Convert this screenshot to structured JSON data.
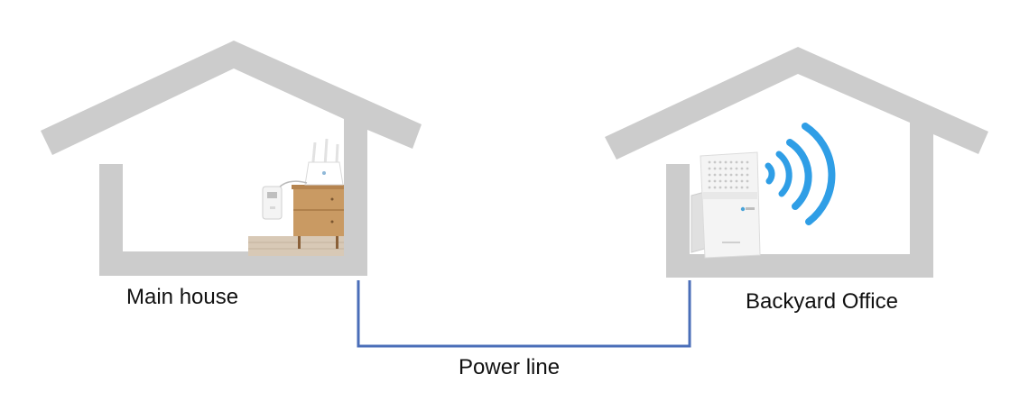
{
  "labels": {
    "main_house": "Main house",
    "backyard_office": "Backyard Office",
    "power_line": "Power line"
  },
  "colors": {
    "house": "#cccccc",
    "power_line": "#4a6eb8",
    "wifi": "#2f9ee6",
    "furniture": "#c99a63",
    "floor": "#d8c9b6",
    "device": "#f4f4f4"
  },
  "icons": {
    "main_house": "house-outline-icon",
    "backyard_office": "house-outline-icon",
    "router": "router-icon",
    "powerline_adapter": "powerline-adapter-icon",
    "wifi_extender": "wifi-extender-icon",
    "wifi_signal": "wifi-signal-icon"
  }
}
